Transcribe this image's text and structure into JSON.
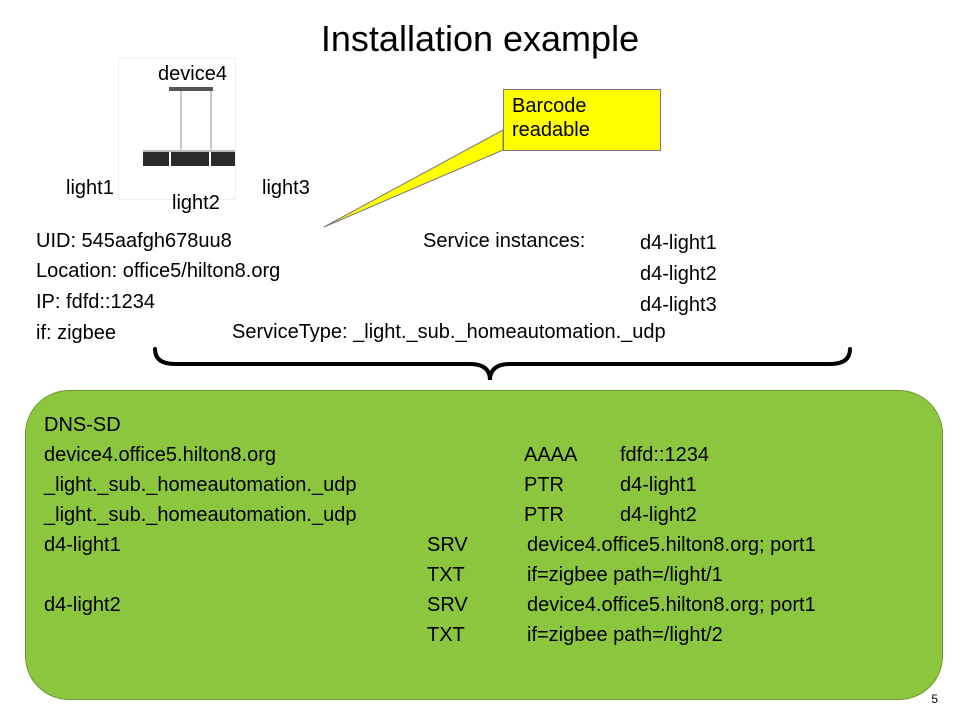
{
  "title": "Installation example",
  "device": {
    "name": "device4",
    "lights": [
      "light1",
      "light2",
      "light3"
    ],
    "details": [
      "UID: 545aafgh678uu8",
      "Location: office5/hilton8.org",
      "IP:  fdfd::1234",
      "if: zigbee"
    ]
  },
  "callout": {
    "text": "Barcode\nreadable"
  },
  "services": {
    "label": "Service instances:",
    "instances": [
      "d4-light1",
      "d4-light2",
      "d4-light3"
    ],
    "service_type": "ServiceType: _light._sub._homeautomation._udp"
  },
  "dns": {
    "heading": "DNS-SD",
    "records": [
      {
        "name": "device4.office5.hilton8.org",
        "type": "AAAA",
        "value": "fdfd::1234"
      },
      {
        "name": "_light._sub._homeautomation._udp",
        "type": "PTR",
        "value": "d4-light1"
      },
      {
        "name": "_light._sub._homeautomation._udp",
        "type": "PTR",
        "value": "d4-light2"
      },
      {
        "name": "d4-light1",
        "type": "SRV",
        "value": "device4.office5.hilton8.org;  port1"
      },
      {
        "name": "",
        "type": "TXT",
        "value": "if=zigbee path=/light/1"
      },
      {
        "name": "d4-light2",
        "type": "SRV",
        "value": "device4.office5.hilton8.org;  port1"
      },
      {
        "name": "",
        "type": "TXT",
        "value": "if=zigbee path=/light/2"
      }
    ]
  },
  "page_number": "5",
  "colors": {
    "panel": "#8cc63f",
    "callout": "#ffff00",
    "lamp": "#2b2b2b"
  }
}
